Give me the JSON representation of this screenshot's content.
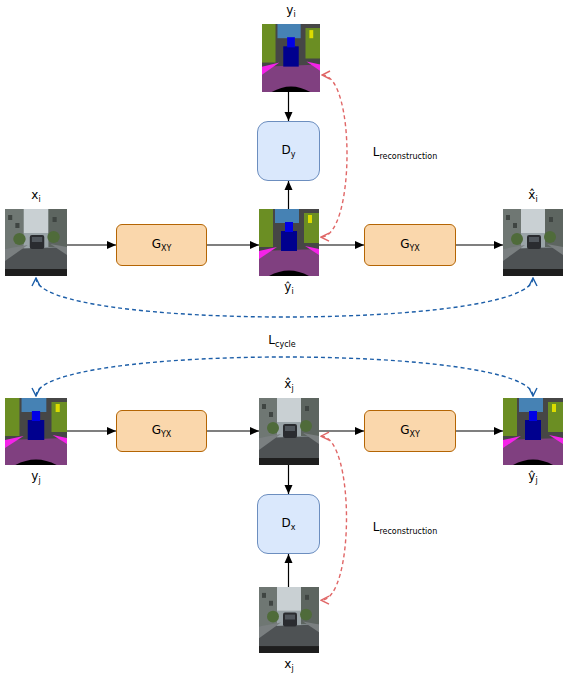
{
  "diagram": {
    "nodes": [
      {
        "text": [
          "yi"
        ]
      },
      {
        "text": [
          "Dy"
        ]
      },
      {
        "text": [
          "xi"
        ]
      },
      {
        "text": [
          "GXY"
        ]
      },
      {
        "text": [
          "ŷi"
        ]
      },
      {
        "text": [
          "GYX"
        ]
      },
      {
        "text": [
          "x̂i"
        ]
      },
      {
        "text": [
          "yj"
        ]
      },
      {
        "text": [
          "GYX"
        ]
      },
      {
        "text": [
          "x̂j"
        ]
      },
      {
        "text": [
          "GXY"
        ]
      },
      {
        "text": [
          "ŷj"
        ]
      },
      {
        "text": [
          "Dx"
        ]
      },
      {
        "text": [
          "xj"
        ]
      }
    ],
    "edges": [
      {
        "from": 0,
        "to": 1,
        "arrow": "to"
      },
      {
        "from": 4,
        "to": 1,
        "arrow": "to"
      },
      {
        "from": 0,
        "to": 4,
        "arrow": "both",
        "label": "Lreconstruction"
      },
      {
        "from": 2,
        "to": 3,
        "arrow": "to"
      },
      {
        "from": 3,
        "to": 4,
        "arrow": "to"
      },
      {
        "from": 4,
        "to": 5,
        "arrow": "to"
      },
      {
        "from": 5,
        "to": 6,
        "arrow": "to"
      },
      {
        "from": 2,
        "to": 6,
        "arrow": "both",
        "label": "Lcycle"
      },
      {
        "from": 7,
        "to": 11,
        "arrow": "both"
      },
      {
        "from": 7,
        "to": 8,
        "arrow": "to"
      },
      {
        "from": 8,
        "to": 9,
        "arrow": "to"
      },
      {
        "from": 9,
        "to": 10,
        "arrow": "to"
      },
      {
        "from": 10,
        "to": 11,
        "arrow": "to"
      },
      {
        "from": 9,
        "to": 12,
        "arrow": "to"
      },
      {
        "from": 13,
        "to": 12,
        "arrow": "to"
      },
      {
        "from": 9,
        "to": 13,
        "arrow": "both",
        "label": "Lreconstruction"
      }
    ]
  }
}
